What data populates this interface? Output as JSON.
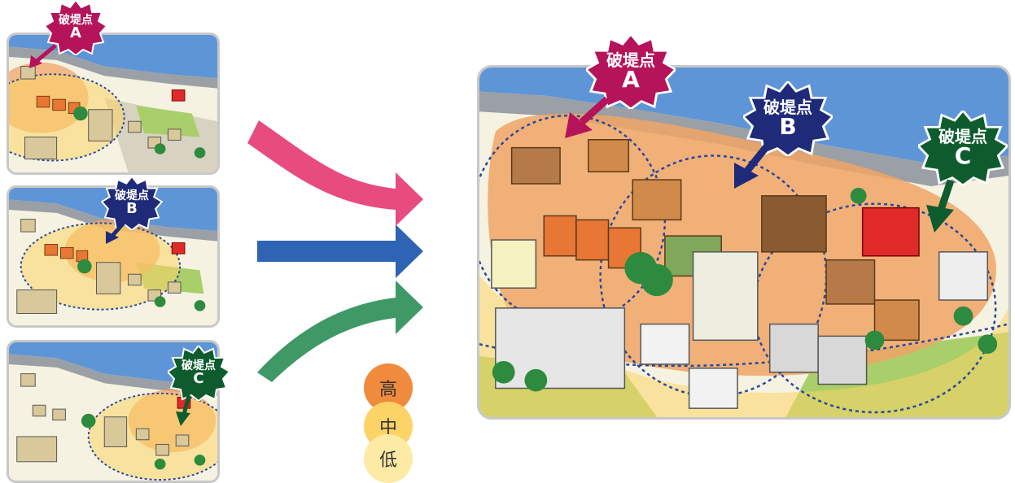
{
  "breach_points": [
    {
      "label": "破堤点",
      "letter": "A",
      "color": "#b5135a"
    },
    {
      "label": "破堤点",
      "letter": "B",
      "color": "#1f2a78"
    },
    {
      "label": "破堤点",
      "letter": "C",
      "color": "#0e5c2e"
    }
  ],
  "legend": {
    "items": [
      {
        "label": "高",
        "color": "#f08a3c"
      },
      {
        "label": "中",
        "color": "#fcd366"
      },
      {
        "label": "低",
        "color": "#fdeaa4"
      }
    ]
  },
  "arrows": {
    "colors": [
      "#e84c7e",
      "#2f64b4",
      "#3f9966"
    ]
  },
  "colors": {
    "river": "#5e95d6",
    "embankment": "#9aa0a6",
    "grass": "#a8cf6a",
    "ground": "#f4f1e6",
    "hazard_overlay": "#f0a465",
    "dotted_line": "#25489e"
  }
}
